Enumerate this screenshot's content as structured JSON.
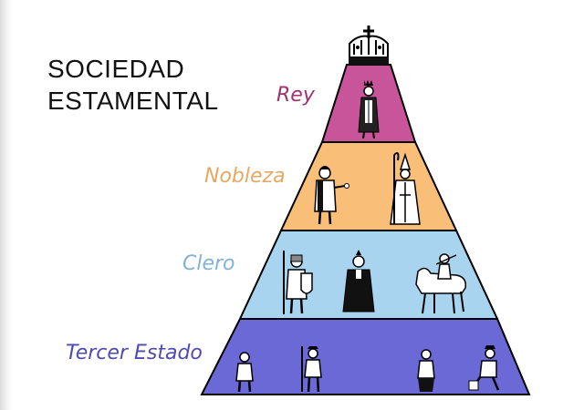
{
  "title": {
    "line1": "SOCIEDAD",
    "line2": "ESTAMENTAL"
  },
  "tiers": [
    {
      "label": "Rey",
      "fill": "#c8559a",
      "label_color": "#a0306f"
    },
    {
      "label": "Nobleza",
      "fill": "#f9bf78",
      "label_color": "#e8a860"
    },
    {
      "label": "Clero",
      "fill": "#a9d4f0",
      "label_color": "#7fb3d8"
    },
    {
      "label": "Tercer Estado",
      "fill": "#6b69d6",
      "label_color": "#4f4cb0"
    }
  ],
  "icons": {
    "crown": "crown-icon",
    "king": "king-figure-icon",
    "noble": "noble-figure-icon",
    "bishop": "bishop-figure-icon",
    "knight": "knight-figure-icon",
    "monk": "monk-figure-icon",
    "horseman": "horseman-figure-icon",
    "peasant": "peasant-figure-icon"
  }
}
